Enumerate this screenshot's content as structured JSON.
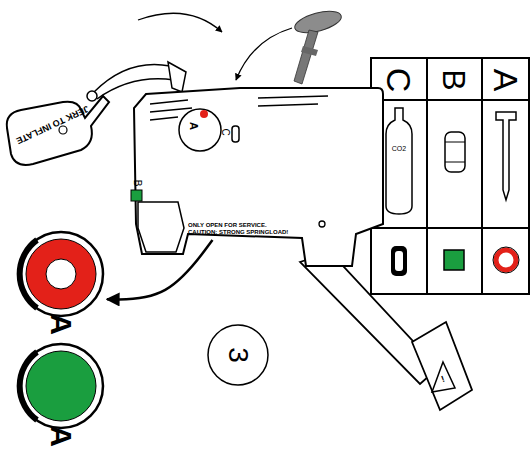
{
  "diagram": {
    "nodes": [
      {
        "text": [
          "JERK TO INFLATE"
        ]
      },
      {
        "text": [
          "A",
          "C",
          "B",
          "ONLY OPEN FOR SERVICE. CAUTION: STRONG SPRINGLOAD!"
        ]
      },
      {
        "text": [
          "A"
        ]
      },
      {
        "text": [
          "A"
        ]
      },
      {
        "text": [
          "3"
        ]
      }
    ],
    "edges": [
      {
        "from": 1,
        "to": 2,
        "arrow": "to"
      }
    ],
    "labels": [
      "C",
      "B",
      "A",
      "CO2",
      "!"
    ]
  }
}
